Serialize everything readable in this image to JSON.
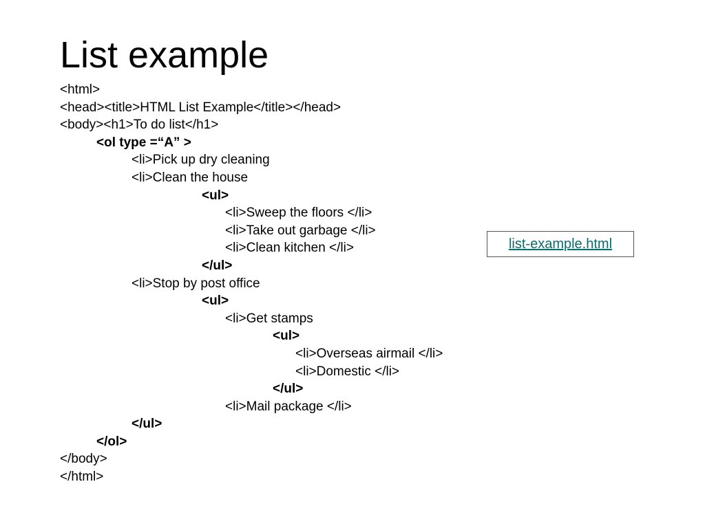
{
  "slide": {
    "title": "List example",
    "link_text": "list-example.html",
    "link_color": "#0b6b6b",
    "code_lines": [
      {
        "text": "<html>",
        "indent": 0,
        "bold": false
      },
      {
        "text": "<head><title>HTML List Example</title></head>",
        "indent": 0,
        "bold": false
      },
      {
        "text": "<body><h1>To do list</h1>",
        "indent": 0,
        "bold": false
      },
      {
        "text": "<ol type =“A” >",
        "indent": 1,
        "bold": true
      },
      {
        "text": "<li>Pick up dry cleaning",
        "indent": 2,
        "bold": false
      },
      {
        "text": "<li>Clean the house",
        "indent": 2,
        "bold": false
      },
      {
        "text": "<ul>",
        "indent": 3,
        "bold": true
      },
      {
        "text": "<li>Sweep the floors </li>",
        "indent": 4,
        "bold": false
      },
      {
        "text": "<li>Take out garbage </li>",
        "indent": 4,
        "bold": false
      },
      {
        "text": "<li>Clean kitchen </li>",
        "indent": 4,
        "bold": false
      },
      {
        "text": "</ul>",
        "indent": 3,
        "bold": true
      },
      {
        "text": "<li>Stop by post office",
        "indent": 2,
        "bold": false
      },
      {
        "text": "<ul>",
        "indent": 3,
        "bold": true
      },
      {
        "text": "<li>Get stamps",
        "indent": 4,
        "bold": false
      },
      {
        "text": "<ul>",
        "indent": 5,
        "bold": true
      },
      {
        "text": "<li>Overseas airmail </li>",
        "indent": 6,
        "bold": false
      },
      {
        "text": "<li>Domestic </li>",
        "indent": 6,
        "bold": false
      },
      {
        "text": "</ul>",
        "indent": 5,
        "bold": true
      },
      {
        "text": "<li>Mail package </li>",
        "indent": 4,
        "bold": false
      },
      {
        "text": "</ul>",
        "indent": 2,
        "bold": true
      },
      {
        "text": "</ol>",
        "indent": 1,
        "bold": true
      },
      {
        "text": "</body>",
        "indent": 0,
        "bold": false
      },
      {
        "text": "</html>",
        "indent": 0,
        "bold": false
      }
    ]
  }
}
